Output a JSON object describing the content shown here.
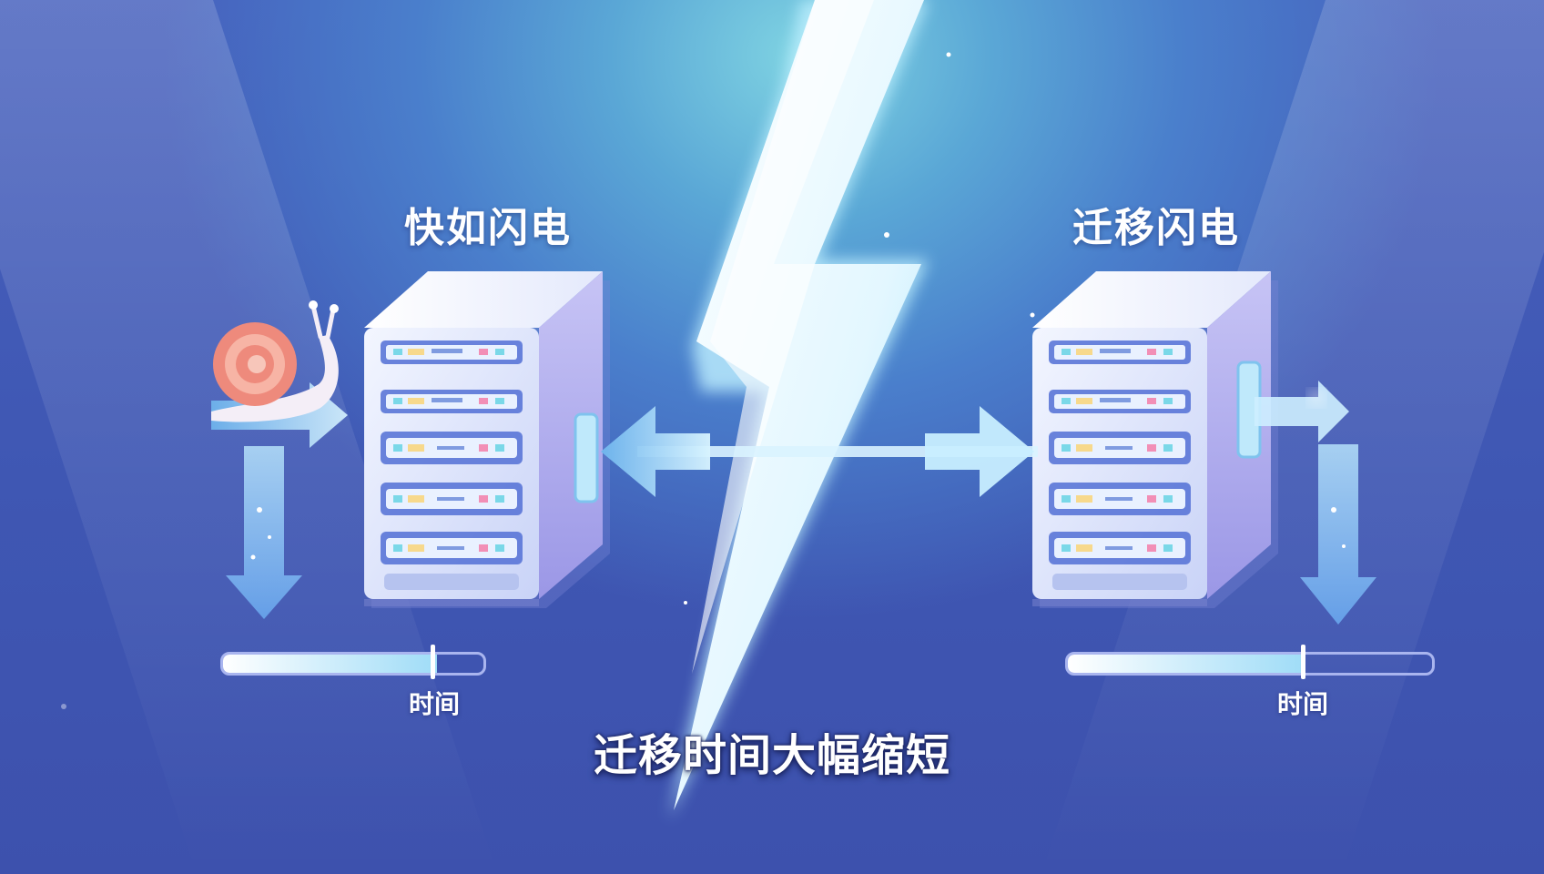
{
  "left_panel": {
    "title": "快如闪电",
    "time_label": "时间",
    "timeline_progress": 0.82
  },
  "right_panel": {
    "title": "迁移闪电",
    "time_label": "时间",
    "timeline_progress": 0.65
  },
  "caption": "迁移时间大幅缩短",
  "icons": [
    "snail-icon",
    "server-icon",
    "lightning-bolt-icon",
    "double-arrow-icon",
    "arrow-down-icon",
    "arrow-right-icon"
  ],
  "colors": {
    "background": "#4459b8",
    "glow": "#7fd3e2",
    "server": "#dfe6fb",
    "server_side": "#a9a6ee",
    "arrow": "#9fdcf7"
  }
}
